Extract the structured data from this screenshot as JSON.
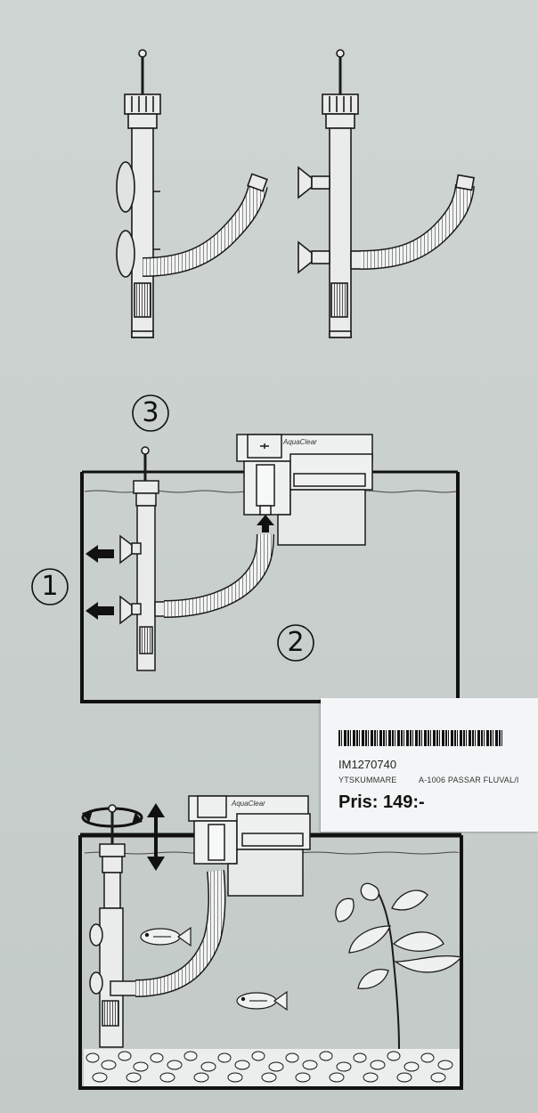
{
  "steps": [
    {
      "number": "1"
    },
    {
      "number": "2"
    },
    {
      "number": "3"
    }
  ],
  "brand": "AquaClear",
  "price_label": {
    "barcode_number": "IM1270740",
    "item_name": "YTSKUMMARE",
    "item_description": "A-1006 PASSAR FLUVAL/I",
    "price": "Pris: 149:-"
  },
  "icons": [
    "arrow-left-icon",
    "arrow-up-icon",
    "rotate-icon",
    "up-down-arrow-icon",
    "suction-cup-icon",
    "fish-icon",
    "plant-icon"
  ]
}
